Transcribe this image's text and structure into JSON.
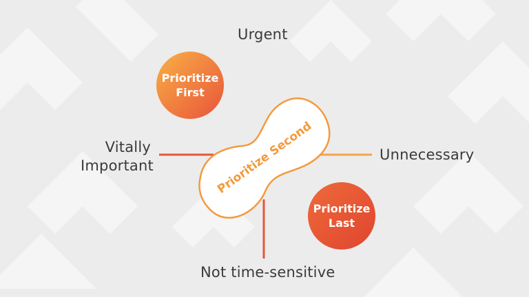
{
  "axes": {
    "top_label": "Urgent",
    "bottom_label": "Not time-sensitive",
    "left_label_line1": "Vitally",
    "left_label_line2": "Important",
    "right_label": "Unnecessary"
  },
  "quadrants": {
    "first": {
      "line1": "Prioritize",
      "line2": "First"
    },
    "second": {
      "text": "Prioritize Second"
    },
    "last": {
      "line1": "Prioritize",
      "line2": "Last"
    }
  },
  "colors": {
    "background": "#ececec",
    "orange_light": "#f7a34a",
    "orange_red": "#e8543a",
    "text_dark": "#3a3a3a"
  }
}
